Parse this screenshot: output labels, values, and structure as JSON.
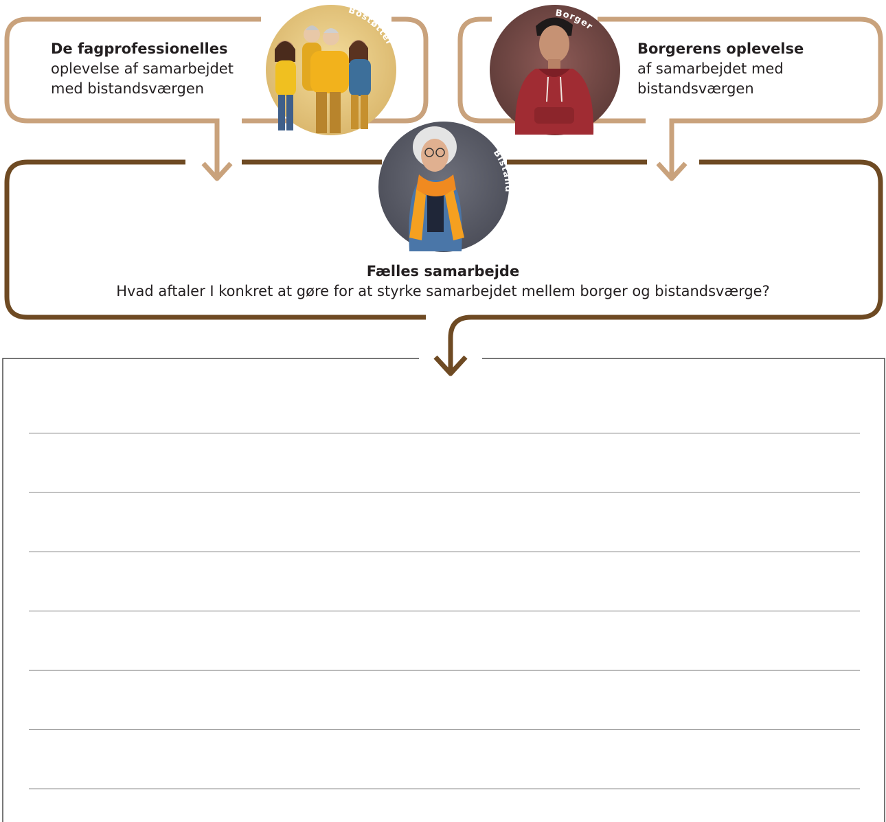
{
  "colors": {
    "light_brown": "#c9a27c",
    "dark_brown": "#6e4a23",
    "text": "#231f20",
    "write_box_border": "#4a4a4a",
    "write_line": "#9a9a9a"
  },
  "left_box": {
    "title": "De fagprofessionelles",
    "line1": "oplevelse af samarbejdet",
    "line2": "med bistandsværgen"
  },
  "right_box": {
    "title": "Borgerens oplevelse",
    "line1": "af samarbejdet med",
    "line2": "bistandsværgen"
  },
  "center_box": {
    "title": "Fælles samarbejde",
    "question": "Hvad aftaler I konkret at gøre for at styrke samarbejdet mellem borger og bistandsværge?"
  },
  "avatars": {
    "bostotter": {
      "label": "Bostøtter",
      "icon": "group-of-professionals-illustration"
    },
    "borger": {
      "label": "Borger",
      "icon": "young-man-red-hoodie-illustration"
    },
    "bistandsvaerge": {
      "label": "Bistandsværge",
      "icon": "older-woman-orange-scarf-illustration"
    }
  },
  "write_area": {
    "line_count": 7
  }
}
